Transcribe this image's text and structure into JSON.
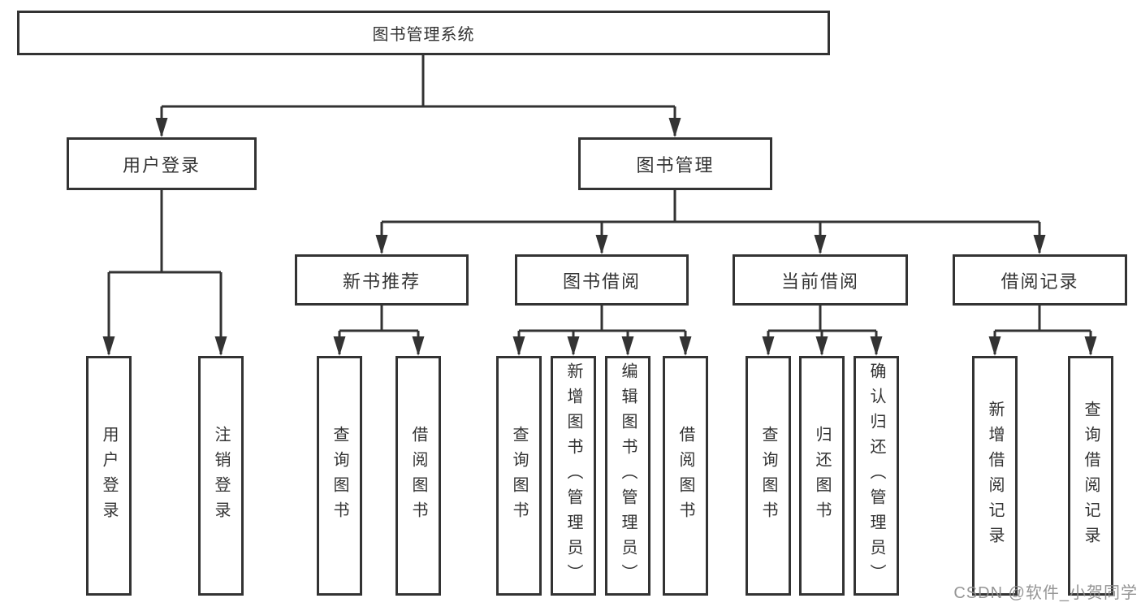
{
  "diagram": {
    "root_label": "图书管理系统",
    "user_login": {
      "label": "用户登录",
      "children": [
        "用户登录",
        "注销登录"
      ]
    },
    "book_management": {
      "label": "图书管理"
    },
    "new_book_recommend": {
      "label": "新书推荐",
      "children": [
        "查询图书",
        "借阅图书"
      ]
    },
    "book_borrow": {
      "label": "图书借阅",
      "children": [
        "查询图书",
        "新增图书（管理员）",
        "编辑图书（管理员）",
        "借阅图书"
      ]
    },
    "current_borrow": {
      "label": "当前借阅",
      "children": [
        "查询图书",
        "归还图书",
        "确认归还（管理员）"
      ]
    },
    "borrow_record": {
      "label": "借阅记录",
      "children": [
        "新增借阅记录",
        "查询借阅记录"
      ]
    }
  },
  "watermark": "CSDN @软件_小贺同学",
  "colors": {
    "line": "#333333",
    "text": "#333333",
    "watermark": "#8c8c8c",
    "background": "#ffffff"
  }
}
